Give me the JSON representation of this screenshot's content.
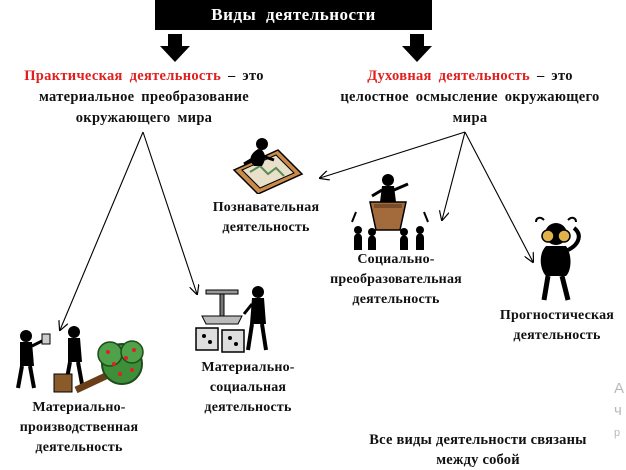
{
  "header": {
    "title": "Виды деятельности"
  },
  "practical": {
    "term": "Практическая деятельность",
    "definition_rest": " – это",
    "line2": "материальное преобразование",
    "line3": "окружающего мира"
  },
  "spiritual": {
    "term": "Духовная деятельность",
    "definition_rest": " – это",
    "line2": "целостное осмысление окружающего",
    "line3": "мира"
  },
  "nodes": {
    "cognitive": {
      "line1": "Познавательная",
      "line2": "деятельность"
    },
    "social_transform": {
      "line1": "Социально-",
      "line2": "преобразовательная",
      "line3": "деятельность"
    },
    "prognostic": {
      "line1": "Прогностическая",
      "line2": "деятельность"
    },
    "material_social": {
      "line1": "Материально-",
      "line2": "социальная",
      "line3": "деятельность"
    },
    "material_production": {
      "line1": "Материально-",
      "line2": "производственная",
      "line3": "деятельность"
    }
  },
  "footer": {
    "line1": "Все виды деятельности связаны",
    "line2": "между собой"
  },
  "side_fragment": {
    "c1": "А",
    "c2": "ч",
    "c3": "р"
  },
  "colors": {
    "accent_red": "#e21e1e",
    "title_bg": "#000000"
  }
}
